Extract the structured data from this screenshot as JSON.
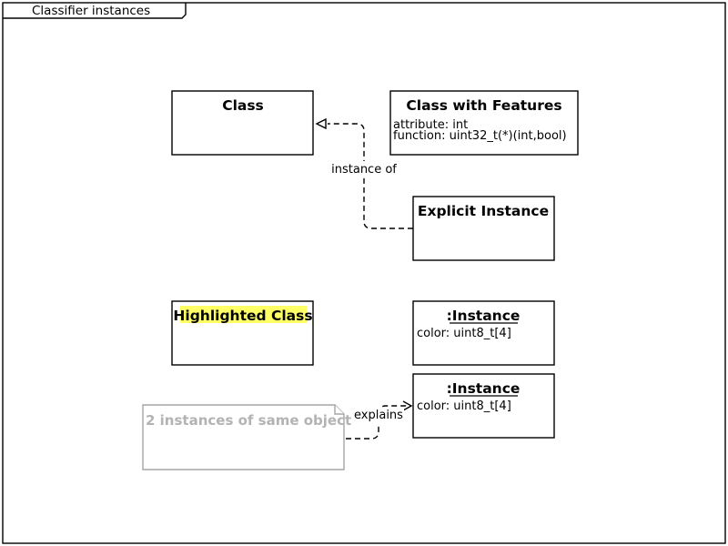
{
  "diagram": {
    "frame_title": "Classifier instances",
    "class_simple": {
      "name": "Class"
    },
    "class_features": {
      "name": "Class with Features",
      "attribute": "attribute: int",
      "function": "function: uint32_t(*)(int,bool)"
    },
    "explicit_instance": {
      "name": "Explicit Instance"
    },
    "highlighted_class": {
      "name": "Highlighted Class",
      "highlight_color": "#ffff66"
    },
    "instance_1": {
      "name": ":Instance",
      "attribute": "color: uint8_t[4]"
    },
    "instance_2": {
      "name": ":Instance",
      "attribute": "color: uint8_t[4]"
    },
    "note": {
      "text": "2 instances of same object",
      "text_color": "#b3b3b3",
      "border_color": "#a6a6a6"
    },
    "connectors": {
      "instance_of_label": "instance of",
      "explains_label": "explains"
    }
  }
}
